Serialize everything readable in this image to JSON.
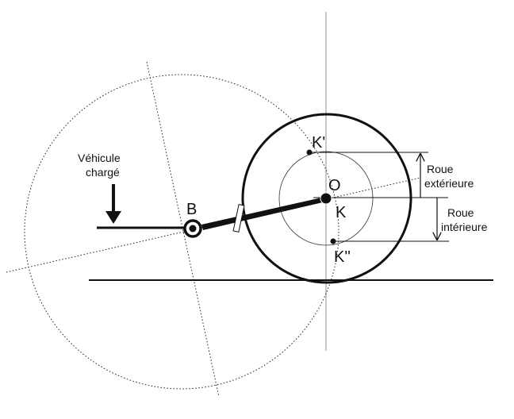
{
  "labels": {
    "vehicle_line1": "Véhicule",
    "vehicle_line2": "chargé",
    "point_b": "B",
    "point_o": "O",
    "point_k": "K",
    "point_k_prime": "K'",
    "point_k_double_prime": "K''",
    "outer_wheel_line1": "Roue",
    "outer_wheel_line2": "extérieure",
    "inner_wheel_line1": "Roue",
    "inner_wheel_line2": "intérieure"
  },
  "colors": {
    "ink": "#111111",
    "axis": "#aaaaaa"
  }
}
